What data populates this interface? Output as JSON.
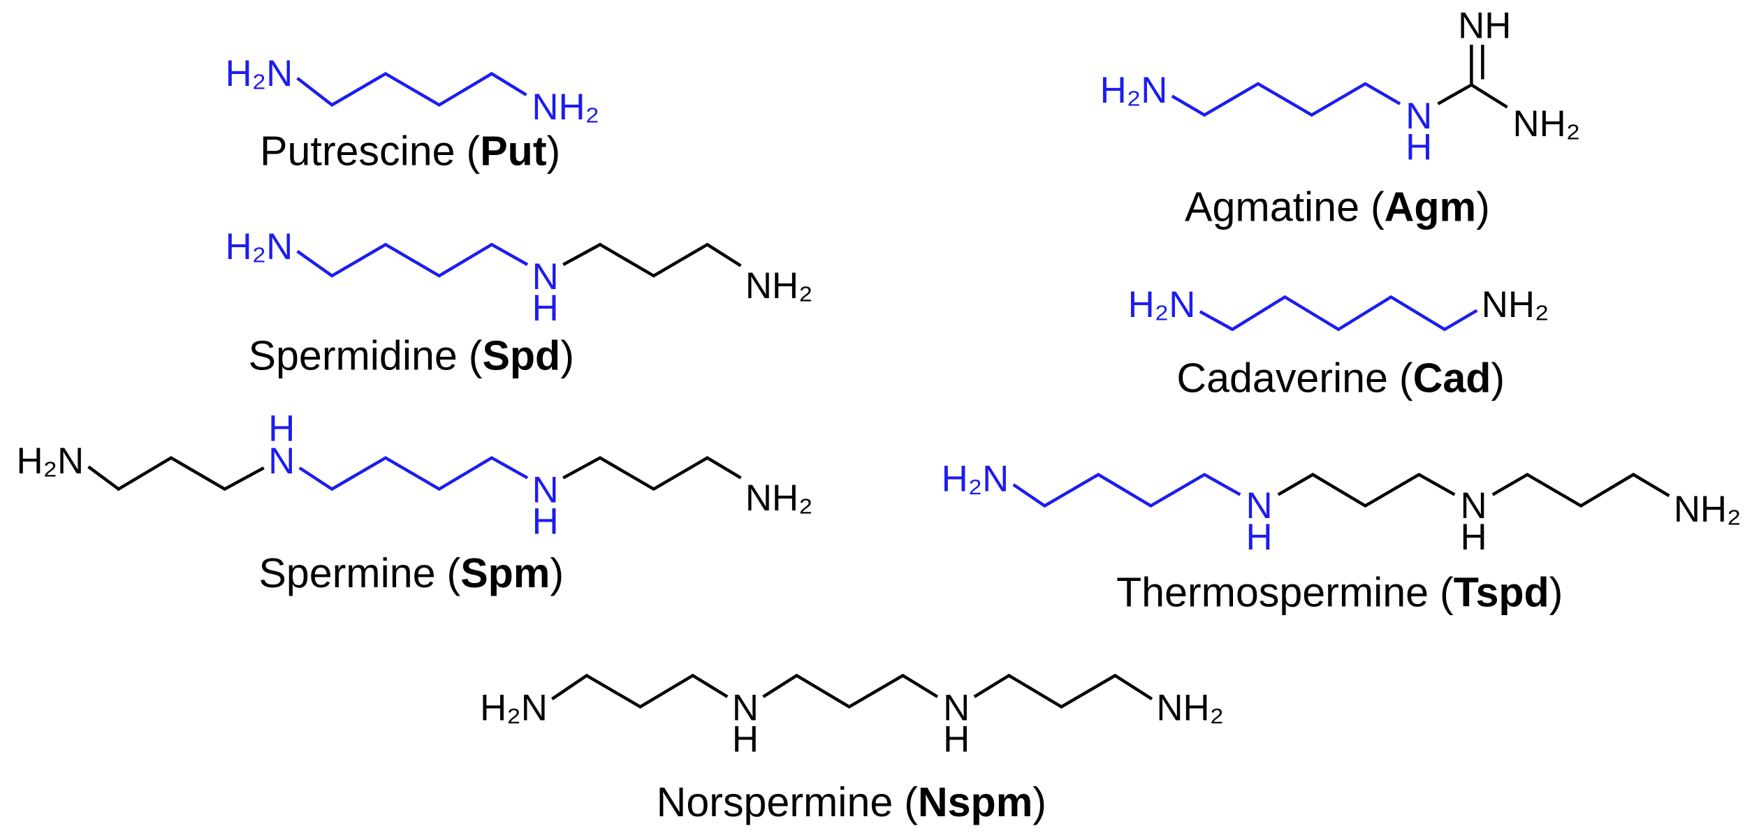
{
  "figure": {
    "colors": {
      "highlight": "#1c1cf0",
      "default": "#000000",
      "background": "#ffffff"
    },
    "punctuation": {
      "open": "(",
      "close": ")"
    },
    "molecules": {
      "putrescine": {
        "name": "Putrescine",
        "abbr": "Put",
        "atoms": [
          "H₂N",
          "NH₂"
        ]
      },
      "spermidine": {
        "name": "Spermidine",
        "abbr": "Spd",
        "atoms": [
          "H₂N",
          "N",
          "H",
          "NH₂"
        ]
      },
      "spermine": {
        "name": "Spermine",
        "abbr": "Spm",
        "atoms": [
          "H₂N",
          "N",
          "H",
          "N",
          "H",
          "NH₂"
        ]
      },
      "agmatine": {
        "name": "Agmatine",
        "abbr": "Agm",
        "atoms": [
          "H₂N",
          "N",
          "H",
          "NH",
          "NH₂"
        ]
      },
      "cadaverine": {
        "name": "Cadaverine",
        "abbr": "Cad",
        "atoms": [
          "H₂N",
          "NH₂"
        ]
      },
      "thermospermine": {
        "name": "Thermospermine",
        "abbr": "Tspd",
        "atoms": [
          "H₂N",
          "N",
          "H",
          "N",
          "H",
          "NH₂"
        ]
      },
      "norspermine": {
        "name": "Norspermine",
        "abbr": "Nspm",
        "atoms": [
          "H₂N",
          "N",
          "H",
          "N",
          "H",
          "NH₂"
        ]
      }
    }
  }
}
